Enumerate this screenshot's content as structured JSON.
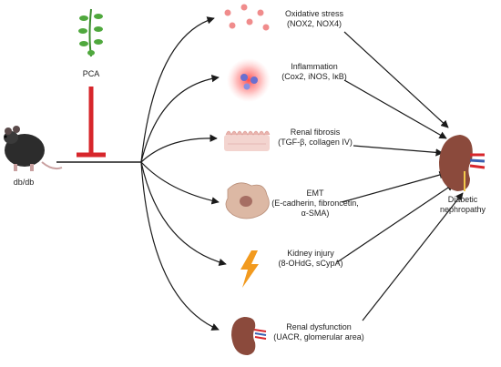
{
  "subject": {
    "label": "db/db"
  },
  "treatment": {
    "label": "PCA"
  },
  "effects": [
    {
      "title": "Oxidative stress",
      "detail": "(NOX2, NOX4)",
      "icon": "oxidative-stress-dots-icon"
    },
    {
      "title": "Inflammation",
      "detail": "(Cox2, iNOS, IκB)",
      "icon": "inflammation-cells-icon"
    },
    {
      "title": "Renal fibrosis",
      "detail": "(TGF-β, collagen IV)",
      "icon": "fibrosis-tissue-icon"
    },
    {
      "title": "EMT",
      "detail": "(E-cadherin, fibroncetin,",
      "detail2": "α-SMA)",
      "icon": "emt-cell-icon"
    },
    {
      "title": "Kidney injury",
      "detail": "(8-OHdG, sCypA)",
      "icon": "lightning-bolt-icon"
    },
    {
      "title": "Renal dysfunction",
      "detail": "(UACR, glomerular area)",
      "icon": "kidney-small-icon"
    }
  ],
  "outcome": {
    "line1": "Diabetic",
    "line2": "nephropathy",
    "icon": "kidney-large-icon"
  },
  "colors": {
    "inhibit": "#d7262b",
    "arrow": "#1a1a1a",
    "kidney": "#8b4a3c",
    "bolt": "#f29a1e"
  }
}
